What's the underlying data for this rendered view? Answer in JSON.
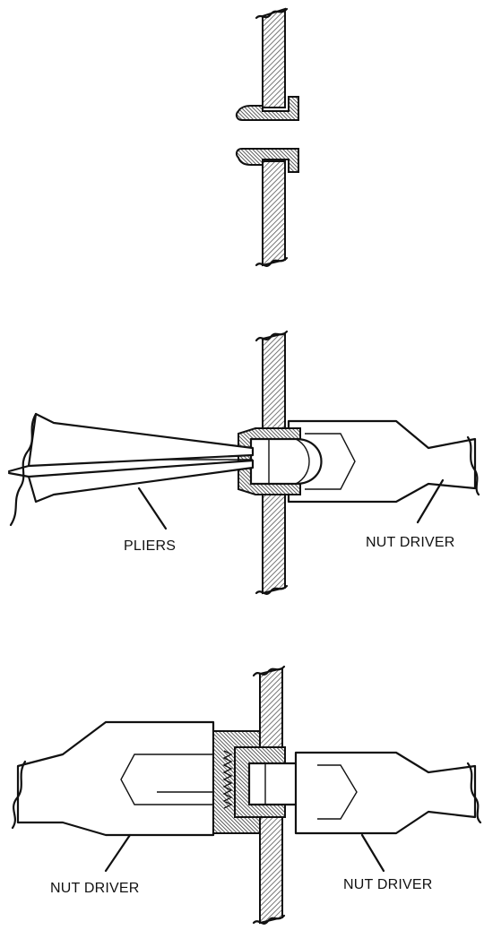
{
  "labels": {
    "pliers": "PLIERS",
    "nut_driver_top_right": "NUT DRIVER",
    "nut_driver_bottom_left": "NUT DRIVER",
    "nut_driver_bottom_right": "NUT DRIVER"
  },
  "colors": {
    "ink": "#111111",
    "hatch_fill": "#bdbdbd",
    "background": "#ffffff"
  }
}
